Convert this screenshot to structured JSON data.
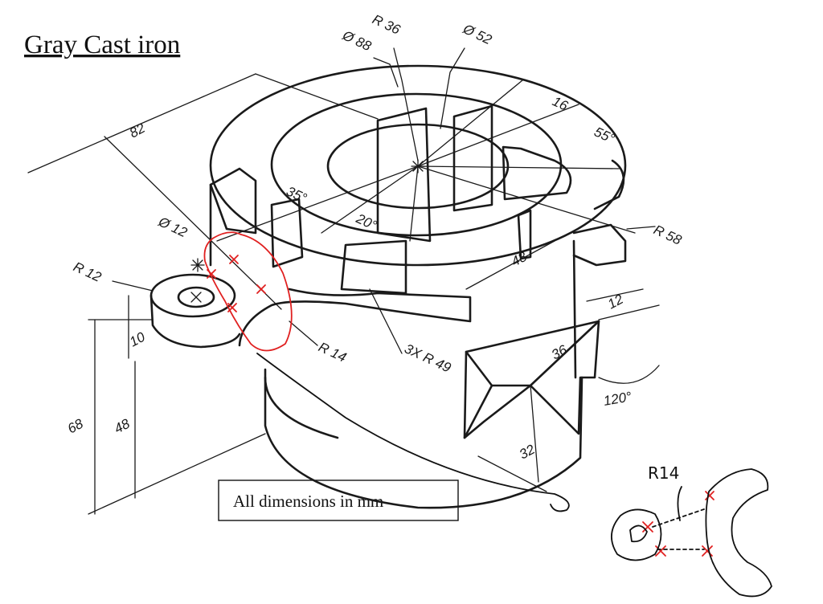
{
  "title": "Gray Cast iron",
  "note": "All dimensions in mm",
  "handwritten_label": "R14",
  "colors": {
    "ink": "#1a1a1a",
    "markup": "#e02020"
  },
  "dimensions": {
    "r36": "R 36",
    "d88": "Ø 88",
    "d52": "Ø 52",
    "d16": "16",
    "a55": "55°",
    "d82": "82",
    "a35": "35°",
    "a20": "20°",
    "r58": "R 58",
    "d12": "Ø 12",
    "r12": "R 12",
    "d48h": "48",
    "d12b": "12",
    "d10": "10",
    "r14": "R 14",
    "r49": "3X R 49",
    "d36": "36",
    "a120": "120°",
    "d68": "68",
    "d48v": "48",
    "d32": "32"
  }
}
